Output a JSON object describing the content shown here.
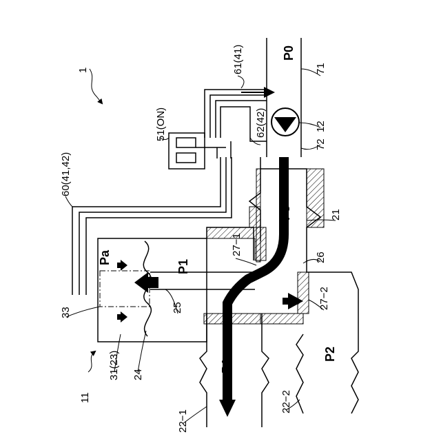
{
  "labels": {
    "ref_1": "1",
    "ref_11": "11",
    "ref_12": "12",
    "ref_21": "21",
    "ref_22_1": "22−1",
    "ref_22_2": "22−2",
    "ref_24": "24",
    "ref_25": "25",
    "ref_26": "26",
    "ref_27_1": "27−1",
    "ref_27_2": "27−2",
    "ref_31_23": "31(23)",
    "ref_33": "33",
    "ref_51": "51(ON)",
    "ref_60": "60(41,42)",
    "ref_61": "61(41)",
    "ref_62": "62(42)",
    "ref_71": "71",
    "ref_72": "72"
  },
  "pressure_labels": {
    "p0": "P0",
    "p1_upper": "P1",
    "p1_lower": "P1",
    "p2": "P2",
    "p3": "P3",
    "pa": "Pa"
  },
  "colors": {
    "line": "#000000",
    "background": "#ffffff",
    "hatch": "#000000"
  }
}
